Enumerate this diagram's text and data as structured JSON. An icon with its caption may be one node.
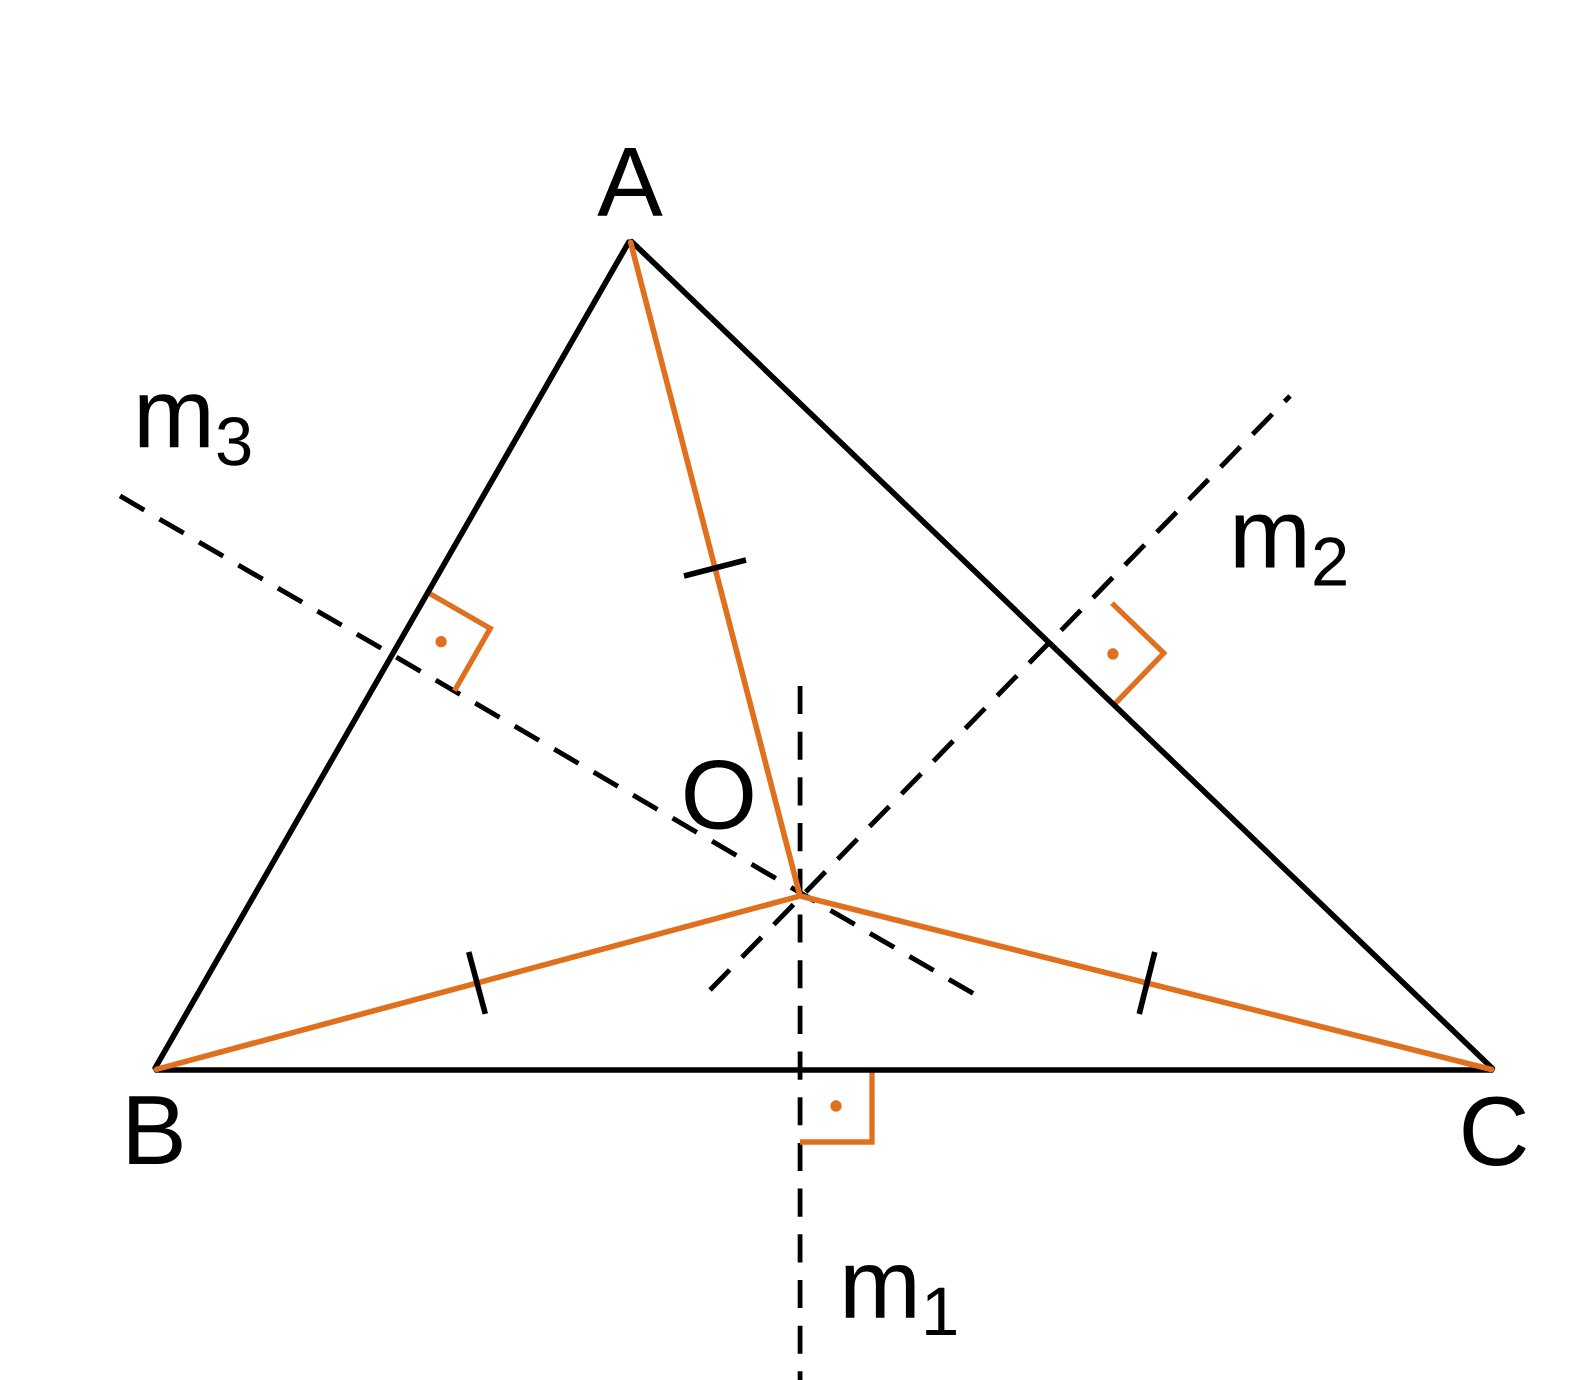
{
  "diagram": {
    "nodes": [
      {
        "text": [
          "A"
        ]
      },
      {
        "text": [
          "B"
        ]
      },
      {
        "text": [
          "C"
        ]
      },
      {
        "text": [
          "O"
        ]
      }
    ],
    "edges": [
      {
        "from": 0,
        "to": 1,
        "arrow": "none"
      },
      {
        "from": 1,
        "to": 2,
        "arrow": "none"
      },
      {
        "from": 2,
        "to": 0,
        "arrow": "none"
      },
      {
        "from": 3,
        "to": 0,
        "arrow": "none",
        "color": "#e0701e"
      },
      {
        "from": 3,
        "to": 1,
        "arrow": "none",
        "color": "#e0701e"
      },
      {
        "from": 3,
        "to": 2,
        "arrow": "none",
        "color": "#e0701e"
      }
    ],
    "labels": [
      "m$_{3}$",
      "m$_{2}$",
      "m$_{1}$"
    ]
  }
}
